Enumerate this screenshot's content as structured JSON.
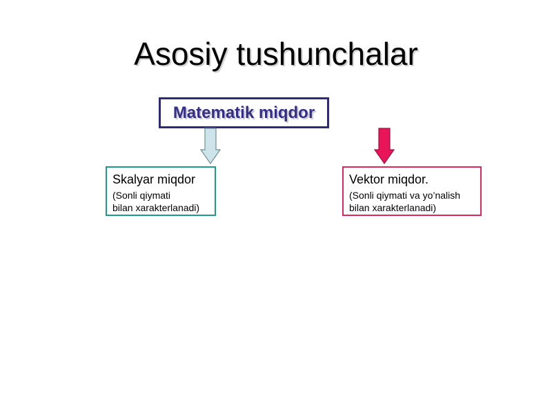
{
  "slide": {
    "title": "Asosiy tushunchalar"
  },
  "diagram": {
    "root": {
      "label": "Matematik miqdor",
      "border_color": "#2e2a7a",
      "text_color": "#332e8a"
    },
    "children": [
      {
        "title": "Skalyar miqdor",
        "description_lines": [
          "(Sonli qiymati",
          "bilan xarakterlanadi)"
        ],
        "border_color": "#1a9c8c",
        "arrow_fill": "#cde4ea",
        "arrow_stroke": "#6f8f8f"
      },
      {
        "title": "Vektor miqdor.",
        "description_lines": [
          "(Sonli qiymati va yo’nalish",
          "bilan xarakterlanadi)"
        ],
        "border_color": "#e0245e",
        "arrow_fill": "#e8155a",
        "arrow_stroke": "#a0103f"
      }
    ]
  }
}
